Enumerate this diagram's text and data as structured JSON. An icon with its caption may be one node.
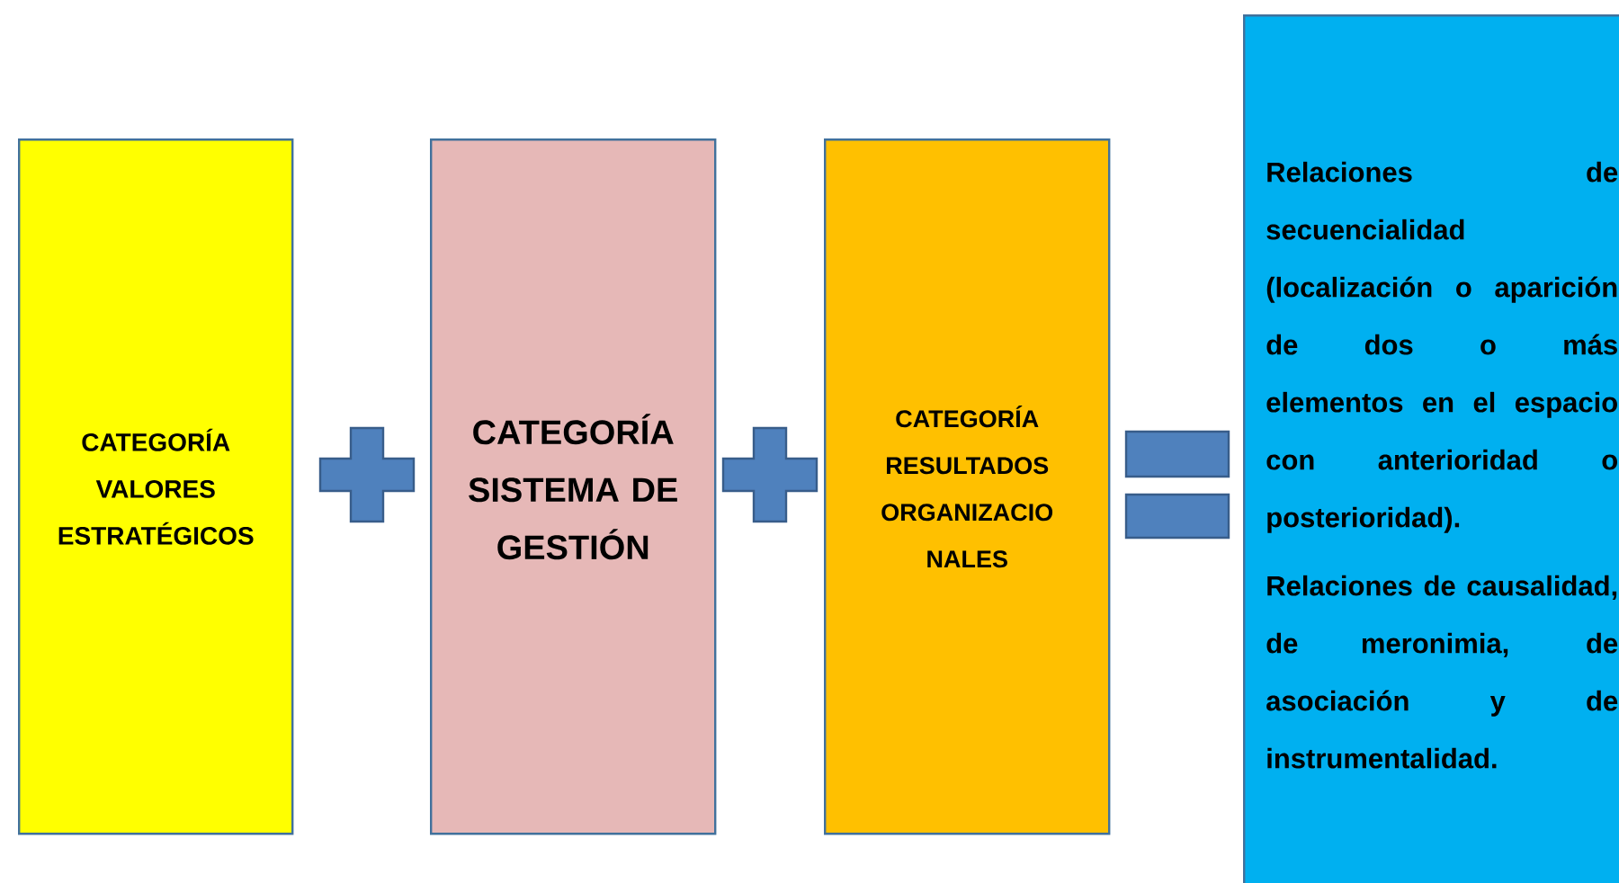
{
  "diagram": {
    "nodes": [
      {
        "text": [
          "CATEGORÍA VALORES ESTRATÉGICOS"
        ]
      },
      {
        "text": [
          "CATEGORÍA SISTEMA DE GESTIÓN"
        ]
      },
      {
        "text": [
          "CATEGORÍA RESULTADOS ORGANIZACIO NALES"
        ]
      },
      {
        "text": [
          "Relaciones de secuencialidad (localización o aparición de dos o más elementos en el espacio con anterioridad o posterioridad).",
          "Relaciones de causalidad, de meronimia, de asociación y de instrumentalidad."
        ]
      }
    ]
  }
}
